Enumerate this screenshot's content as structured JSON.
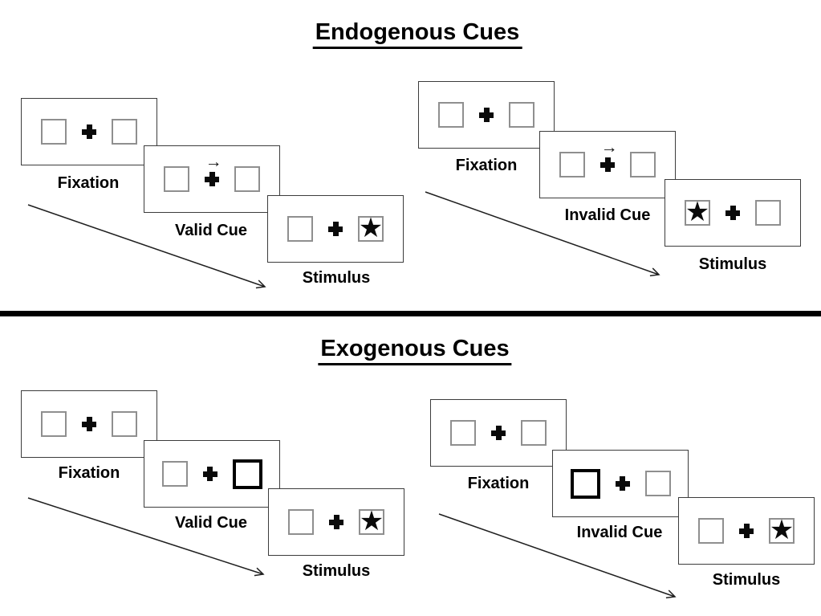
{
  "diagram": {
    "type": "posner-attention-cueing-task",
    "background": "#ffffff"
  },
  "sections": {
    "endogenous": {
      "title": "Endogenous Cues"
    },
    "exogenous": {
      "title": "Exogenous Cues"
    }
  },
  "icons": {
    "star": "★",
    "cue_arrow": "→",
    "fixation_cross": "+"
  },
  "colors": {
    "text": "#000000",
    "card_border": "#3c3c3c",
    "box_border": "#8f8f8f",
    "cue_box_border": "#000000",
    "divider": "#000000",
    "arrow": "#1f1f1f"
  },
  "panels": [
    {
      "section": "Endogenous Cues",
      "condition": "valid",
      "fixation_label": "Fixation",
      "cue_label": "Valid Cue",
      "stimulus_label": "Stimulus",
      "cue_type": "central arrow above fixation cross",
      "cue_direction": "right",
      "star_side": "right"
    },
    {
      "section": "Endogenous Cues",
      "condition": "invalid",
      "fixation_label": "Fixation",
      "cue_label": "Invalid Cue",
      "stimulus_label": "Stimulus",
      "cue_type": "central arrow above fixation cross",
      "cue_direction": "right",
      "star_side": "left"
    },
    {
      "section": "Exogenous Cues",
      "condition": "valid",
      "fixation_label": "Fixation",
      "cue_label": "Valid Cue",
      "stimulus_label": "Stimulus",
      "cue_type": "peripheral box highlight",
      "cue_side": "right",
      "star_side": "right"
    },
    {
      "section": "Exogenous Cues",
      "condition": "invalid",
      "fixation_label": "Fixation",
      "cue_label": "Invalid Cue",
      "stimulus_label": "Stimulus",
      "cue_type": "peripheral box highlight",
      "cue_side": "left",
      "star_side": "right"
    }
  ]
}
